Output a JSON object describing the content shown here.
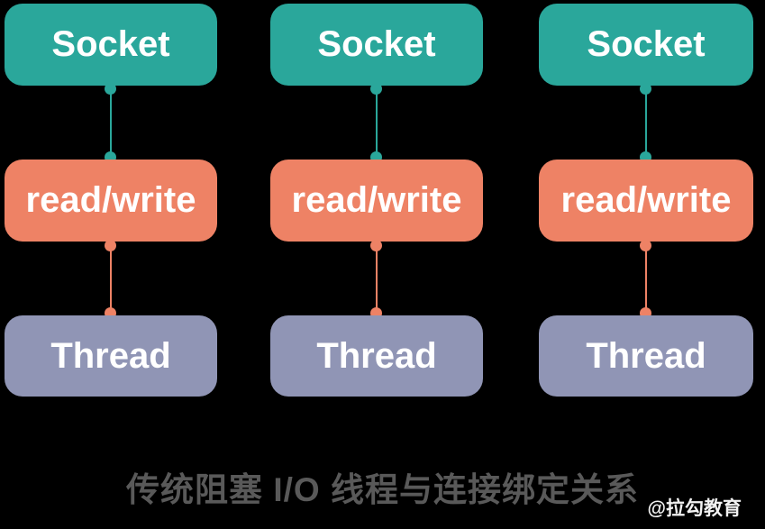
{
  "diagram": {
    "caption": "传统阻塞 I/O 线程与连接绑定关系",
    "watermark": "@拉勾教育",
    "columns": [
      {
        "nodes": [
          {
            "label": "Socket"
          },
          {
            "label": "read/write"
          },
          {
            "label": "Thread"
          }
        ]
      },
      {
        "nodes": [
          {
            "label": "Socket"
          },
          {
            "label": "read/write"
          },
          {
            "label": "Thread"
          }
        ]
      },
      {
        "nodes": [
          {
            "label": "Socket"
          },
          {
            "label": "read/write"
          },
          {
            "label": "Thread"
          }
        ]
      }
    ],
    "colors": {
      "socket": "#2AA79B",
      "read_write": "#EE8265",
      "thread": "#9095B5",
      "background": "#000000",
      "caption": "#595959",
      "watermark": "#F2F2F2"
    }
  }
}
